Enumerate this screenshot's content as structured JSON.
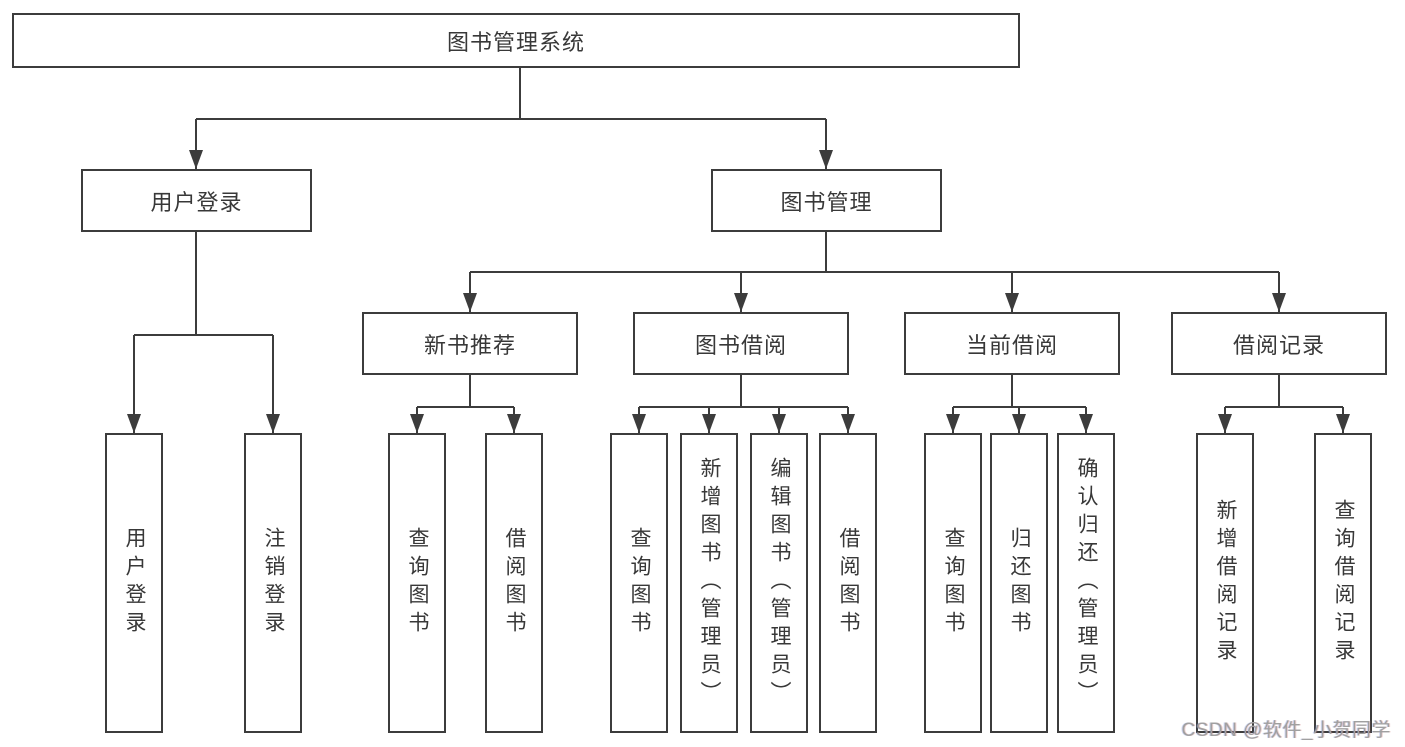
{
  "diagram": {
    "nodes": {
      "root": {
        "label": "图书管理系统"
      },
      "user-login": {
        "label": "用户登录"
      },
      "book-mgmt": {
        "label": "图书管理"
      },
      "new-book-rec": {
        "label": "新书推荐"
      },
      "book-borrow": {
        "label": "图书借阅"
      },
      "current-borrow": {
        "label": "当前借阅"
      },
      "borrow-records": {
        "label": "借阅记录"
      },
      "leaf-user-login": {
        "label": "用户登录"
      },
      "leaf-logout": {
        "label": "注销登录"
      },
      "leaf-query-book-1": {
        "label": "查询图书"
      },
      "leaf-borrow-book-1": {
        "label": "借阅图书"
      },
      "leaf-query-book-2": {
        "label": "查询图书"
      },
      "leaf-add-book": {
        "label": "新增图书（管理员）"
      },
      "leaf-edit-book": {
        "label": "编辑图书（管理员）"
      },
      "leaf-borrow-book-2": {
        "label": "借阅图书"
      },
      "leaf-query-book-3": {
        "label": "查询图书"
      },
      "leaf-return-book": {
        "label": "归还图书"
      },
      "leaf-confirm-return": {
        "label": "确认归还（管理员）"
      },
      "leaf-add-record": {
        "label": "新增借阅记录"
      },
      "leaf-query-record": {
        "label": "查询借阅记录"
      }
    },
    "structure": {
      "root": [
        "user-login",
        "book-mgmt"
      ],
      "user-login": [
        "leaf-user-login",
        "leaf-logout"
      ],
      "book-mgmt": [
        "new-book-rec",
        "book-borrow",
        "current-borrow",
        "borrow-records"
      ],
      "new-book-rec": [
        "leaf-query-book-1",
        "leaf-borrow-book-1"
      ],
      "book-borrow": [
        "leaf-query-book-2",
        "leaf-add-book",
        "leaf-edit-book",
        "leaf-borrow-book-2"
      ],
      "current-borrow": [
        "leaf-query-book-3",
        "leaf-return-book",
        "leaf-confirm-return"
      ],
      "borrow-records": [
        "leaf-add-record",
        "leaf-query-record"
      ]
    },
    "colors": {
      "line": "#3c3c3c",
      "text": "#383838",
      "box_fill": "#ffffff",
      "background": "#ffffff"
    }
  },
  "watermark": {
    "text": "CSDN @软件_小贺同学",
    "color": "#a0a0a0"
  }
}
